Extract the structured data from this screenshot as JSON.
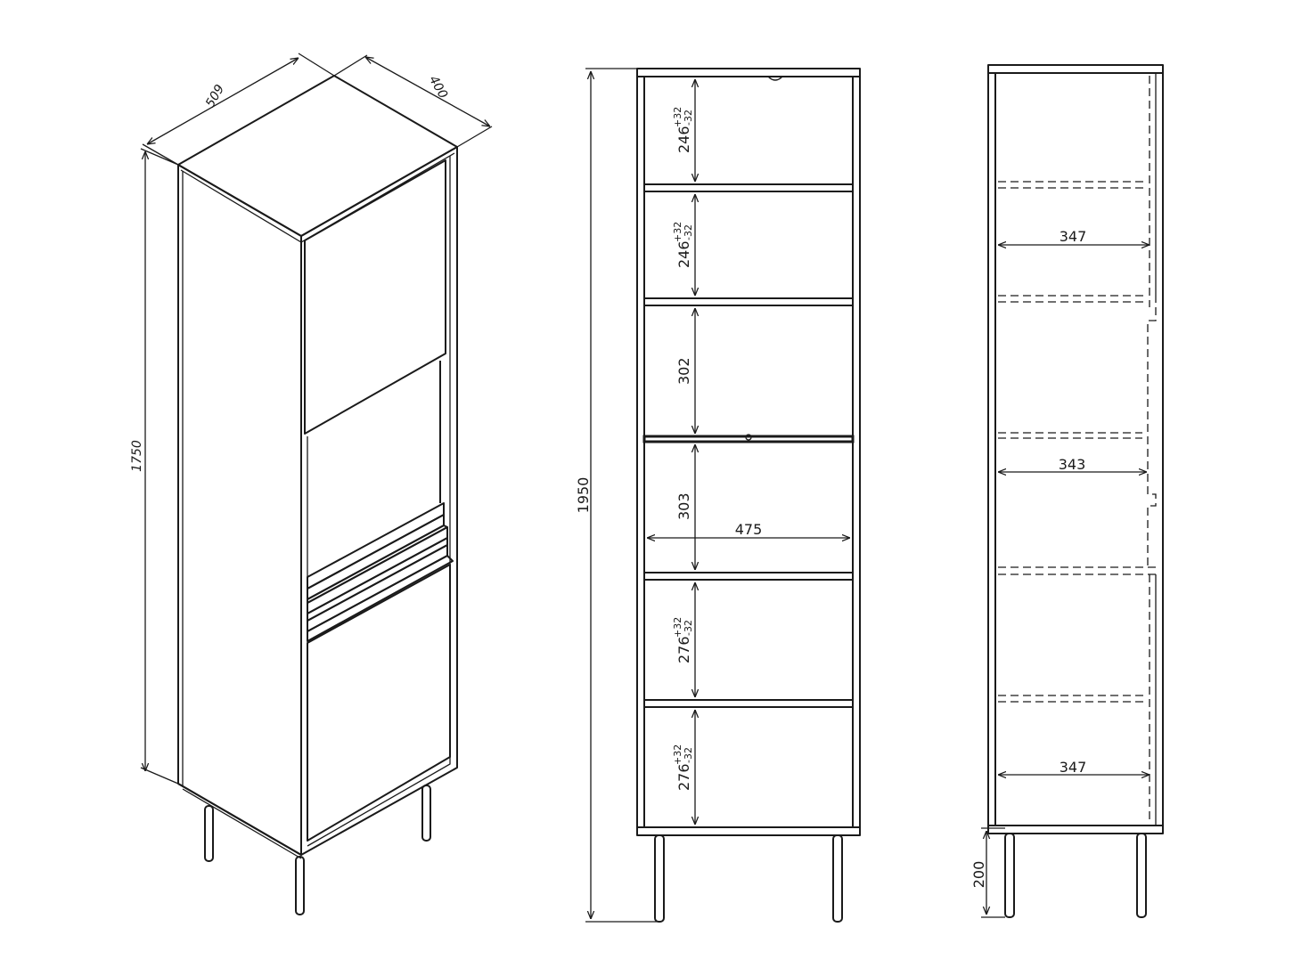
{
  "iso_view": {
    "height": "1750",
    "width": "509",
    "depth": "400"
  },
  "front_view": {
    "total_height": "1950",
    "inner_width": "475",
    "compartments": [
      {
        "value": "246",
        "tol_plus": "+32",
        "tol_minus": "-32"
      },
      {
        "value": "246",
        "tol_plus": "+32",
        "tol_minus": "-32"
      },
      {
        "value": "302",
        "tol_plus": "",
        "tol_minus": ""
      },
      {
        "value": "303",
        "tol_plus": "",
        "tol_minus": ""
      },
      {
        "value": "276",
        "tol_plus": "+32",
        "tol_minus": "-32"
      },
      {
        "value": "276",
        "tol_plus": "+32",
        "tol_minus": "-32"
      }
    ]
  },
  "side_view": {
    "depth_upper": "347",
    "depth_middle": "343",
    "depth_lower": "347",
    "leg_height": "200"
  },
  "colors": {
    "line": "#1a1a1a",
    "background": "#ffffff"
  }
}
